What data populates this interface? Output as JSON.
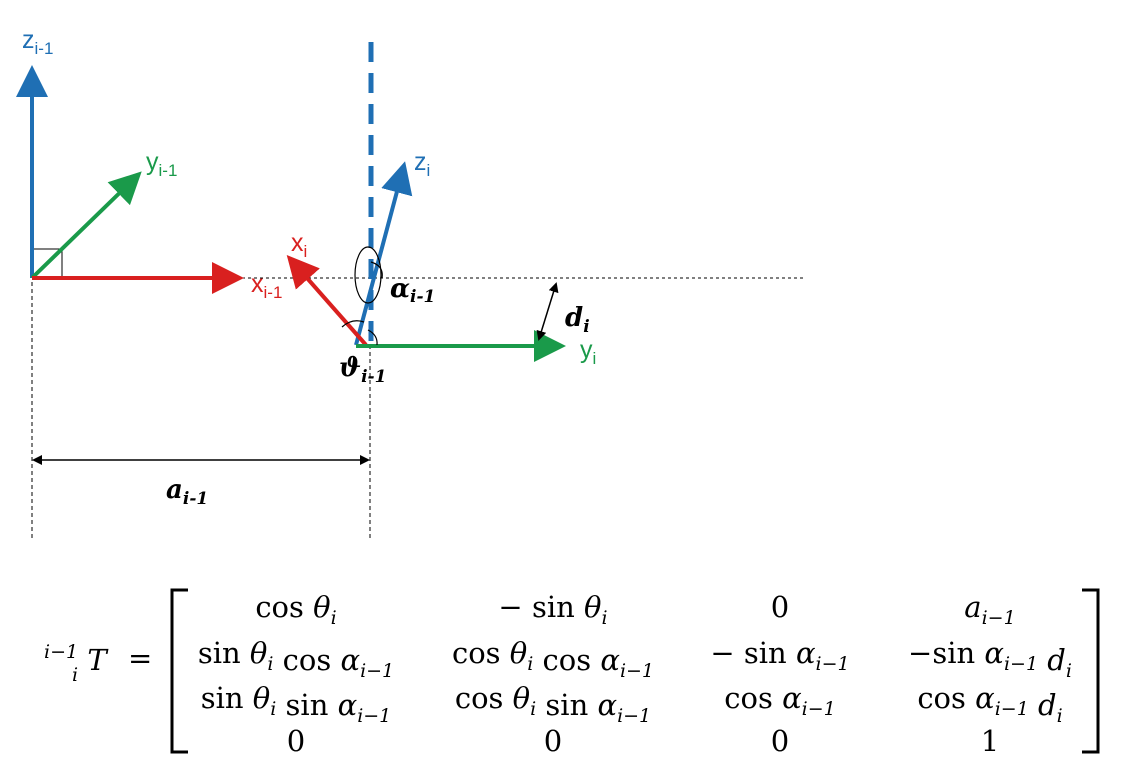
{
  "colors": {
    "z_axis": "#1f6fb4",
    "y_axis": "#1a9a4a",
    "x_axis": "#d9201f",
    "ink": "#000000"
  },
  "labels": {
    "z_prev": {
      "base": "z",
      "sub": "i-1"
    },
    "y_prev": {
      "base": "y",
      "sub": "i-1"
    },
    "x_prev": {
      "base": "x",
      "sub": "i-1"
    },
    "z_i": {
      "base": "z",
      "sub": "i"
    },
    "x_i": {
      "base": "x",
      "sub": "i"
    },
    "y_i": {
      "base": "y",
      "sub": "i"
    },
    "alpha": {
      "base": "α",
      "sub": "i-1"
    },
    "theta": {
      "base": "ϑ",
      "sub": "i-1"
    },
    "d": {
      "base": "d",
      "sub": "i"
    },
    "a": {
      "base": "a",
      "sub": "i-1"
    }
  },
  "equation": {
    "lhs_pre": "i−1",
    "lhs_sub": "i",
    "lhs_main": "T",
    "equals": "=",
    "rows": [
      [
        "cos θ_i",
        "− sin θ_i",
        "0",
        "a_i−1"
      ],
      [
        "sin θ_i cos α_i−1",
        "cos θ_i cos α_i−1",
        "− sin α_i−1",
        "−sin α_i−1 d_i"
      ],
      [
        "sin θ_i sin α_i−1",
        "cos θ_i sin α_i−1",
        "cos α_i−1",
        "cos α_i−1 d_i"
      ],
      [
        "0",
        "0",
        "0",
        "1"
      ]
    ]
  }
}
